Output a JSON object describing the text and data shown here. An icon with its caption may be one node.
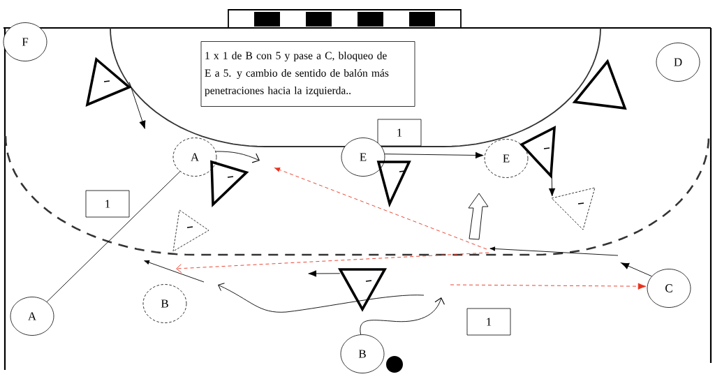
{
  "diagram": {
    "nodes": [
      {
        "text": [
          "F"
        ]
      },
      {
        "text": [
          "D"
        ]
      },
      {
        "text": [
          "1 x 1 de B con 5 y pase a C, bloqueo de E a 5. y cambio de sentido de balón más penetraciones hacia la izquierda.."
        ]
      },
      {
        "text": [],
        "shape": "triangle"
      },
      {
        "text": [],
        "shape": "triangle"
      },
      {
        "text": [
          "1"
        ]
      },
      {
        "text": [
          "E"
        ]
      },
      {
        "text": [
          "E"
        ]
      },
      {
        "text": [],
        "shape": "triangle"
      },
      {
        "text": [
          "A"
        ]
      },
      {
        "text": [],
        "shape": "triangle"
      },
      {
        "text": [],
        "shape": "triangle"
      },
      {
        "text": [],
        "shape": "triangle"
      },
      {
        "text": [
          "1"
        ]
      },
      {
        "text": [],
        "shape": "triangle"
      },
      {
        "text": [
          "C"
        ]
      },
      {
        "text": [],
        "shape": "triangle"
      },
      {
        "text": [
          "B"
        ]
      },
      {
        "text": [
          "A"
        ]
      },
      {
        "text": [
          "1"
        ]
      },
      {
        "text": [
          "B"
        ]
      }
    ],
    "edges": [
      {
        "from": 3,
        "to": null,
        "arrow": "to"
      },
      {
        "from": 9,
        "to": null,
        "arrow": "to"
      },
      {
        "from": 18,
        "to": 9,
        "arrow": "none"
      },
      {
        "from": 6,
        "to": 7,
        "arrow": "to"
      },
      {
        "from": 8,
        "to": 12,
        "arrow": "to"
      },
      {
        "from": 15,
        "to": null,
        "arrow": "to"
      },
      {
        "from": null,
        "to": 15,
        "arrow": "to",
        "style": "dashed",
        "color": "#e8321e"
      },
      {
        "from": 16,
        "to": null,
        "arrow": "to"
      },
      {
        "from": 20,
        "to": null,
        "arrow": "to"
      }
    ]
  }
}
